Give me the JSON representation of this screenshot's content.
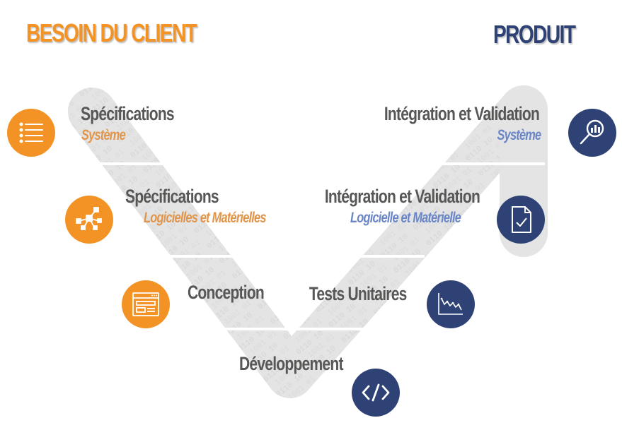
{
  "header": {
    "left_title": "BESOIN DU CLIENT",
    "right_title": "PRODUIT"
  },
  "colors": {
    "orange": "#f39325",
    "navy": "#2e4276",
    "label_gray": "#575756",
    "subtitle_orange": "#e0954a",
    "subtitle_blue": "#6a86c6",
    "v_band": "#e4e4e4"
  },
  "left_branch": [
    {
      "title": "Spécifications",
      "subtitle": "Système",
      "icon": "list-icon"
    },
    {
      "title": "Spécifications",
      "subtitle": "Logicielles et Matérielles",
      "icon": "network-nodes-icon"
    },
    {
      "title": "Conception",
      "subtitle": "",
      "icon": "window-layout-icon"
    }
  ],
  "bottom": {
    "title": "Développement",
    "icon": "code-icon"
  },
  "right_branch": [
    {
      "title": "Tests Unitaires",
      "subtitle": "",
      "icon": "line-chart-icon"
    },
    {
      "title": "Intégration et Validation",
      "subtitle": "Logicielle et Matérielle",
      "icon": "document-check-icon"
    },
    {
      "title": "Intégration et Validation",
      "subtitle": "Système",
      "icon": "magnifier-chart-icon"
    }
  ]
}
